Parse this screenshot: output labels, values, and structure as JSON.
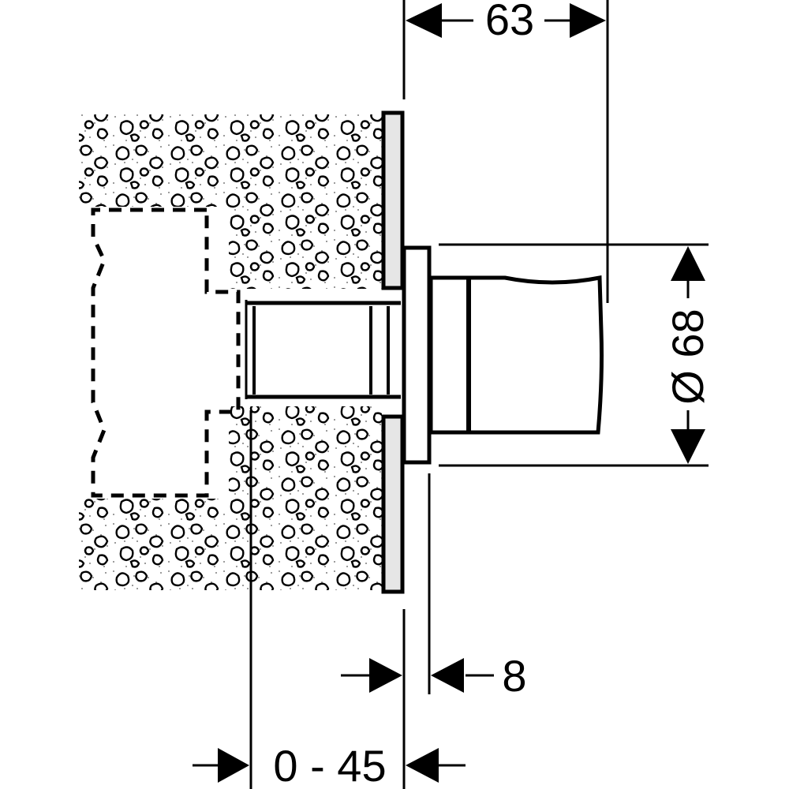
{
  "dimensions": {
    "overall_depth": "63",
    "diameter": "Ø 68",
    "rosette_thickness": "8",
    "install_depth_range": "0 - 45"
  },
  "colors": {
    "line": "#000000",
    "background": "#ffffff",
    "plate_fill": "#e6e6e6",
    "masonry_dot": "#555555"
  }
}
